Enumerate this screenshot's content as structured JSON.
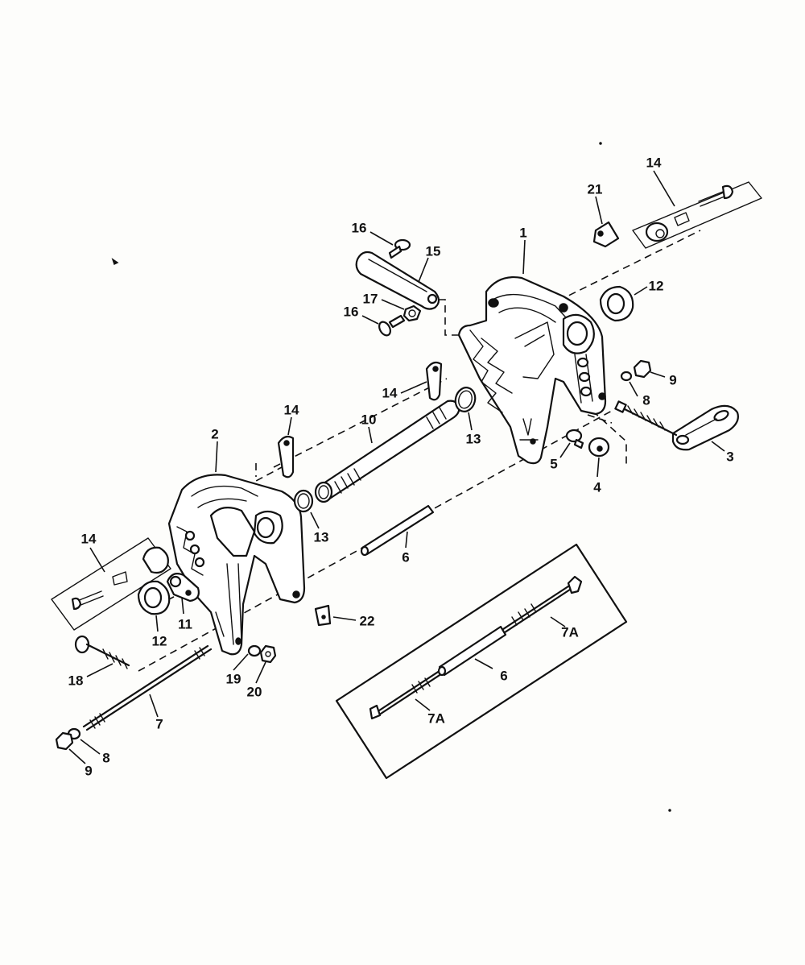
{
  "callouts": [
    {
      "id": "c1",
      "text": "1"
    },
    {
      "id": "c2",
      "text": "2"
    },
    {
      "id": "c3",
      "text": "3"
    },
    {
      "id": "c4",
      "text": "4"
    },
    {
      "id": "c5",
      "text": "5"
    },
    {
      "id": "c6a",
      "text": "6"
    },
    {
      "id": "c6b",
      "text": "6"
    },
    {
      "id": "c7",
      "text": "7"
    },
    {
      "id": "c7a1",
      "text": "7A"
    },
    {
      "id": "c7a2",
      "text": "7A"
    },
    {
      "id": "c8a",
      "text": "8"
    },
    {
      "id": "c8b",
      "text": "8"
    },
    {
      "id": "c9a",
      "text": "9"
    },
    {
      "id": "c9b",
      "text": "9"
    },
    {
      "id": "c10",
      "text": "10"
    },
    {
      "id": "c11",
      "text": "11"
    },
    {
      "id": "c12a",
      "text": "12"
    },
    {
      "id": "c12b",
      "text": "12"
    },
    {
      "id": "c13a",
      "text": "13"
    },
    {
      "id": "c13b",
      "text": "13"
    },
    {
      "id": "c14a",
      "text": "14"
    },
    {
      "id": "c14b",
      "text": "14"
    },
    {
      "id": "c14c",
      "text": "14"
    },
    {
      "id": "c14d",
      "text": "14"
    },
    {
      "id": "c15",
      "text": "15"
    },
    {
      "id": "c16a",
      "text": "16"
    },
    {
      "id": "c16b",
      "text": "16"
    },
    {
      "id": "c17",
      "text": "17"
    },
    {
      "id": "c18",
      "text": "18"
    },
    {
      "id": "c19",
      "text": "19"
    },
    {
      "id": "c20",
      "text": "20"
    },
    {
      "id": "c21",
      "text": "21"
    },
    {
      "id": "c22",
      "text": "22"
    }
  ]
}
